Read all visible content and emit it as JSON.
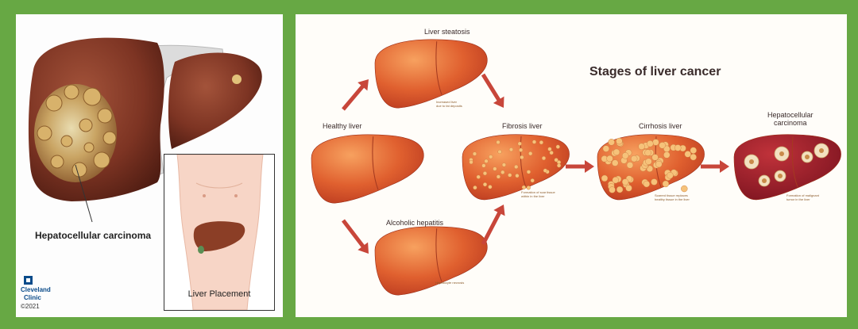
{
  "left": {
    "tumor_label": "Hepatocellular carcinoma",
    "inset_label": "Liver Placement",
    "brand_line1": "Cleveland",
    "brand_line2": "Clinic",
    "copyright": "©2021"
  },
  "right": {
    "title": "Stages of liver cancer",
    "stages": [
      {
        "id": "healthy",
        "label": "Healthy liver",
        "caption": ""
      },
      {
        "id": "steatosis",
        "label": "Liver steatosis",
        "caption": "Increased liver\ndue to fat deposits"
      },
      {
        "id": "alcoholic",
        "label": "Alcoholic hepatitis",
        "caption": "Hepatocyte necrosis"
      },
      {
        "id": "fibrosis",
        "label": "Fibrosis liver",
        "caption": "Formation of scar tissue\nwithin in the liver"
      },
      {
        "id": "cirrhosis",
        "label": "Cirrhosis liver",
        "caption": "Scarred tissue replaces\nhealthy tissue in the liver"
      },
      {
        "id": "hcc",
        "label": "Hepatocellular\ncarcinoma",
        "caption": "Formation of malignant\ntumor in the liver"
      }
    ]
  },
  "colors": {
    "frame": "#67a844",
    "liver_dark": "#7a2f20",
    "liver_mid": "#d9552a",
    "liver_light": "#f08a4a",
    "arrow": "#c8463a",
    "hcc_liver": "#9b1f2a"
  }
}
